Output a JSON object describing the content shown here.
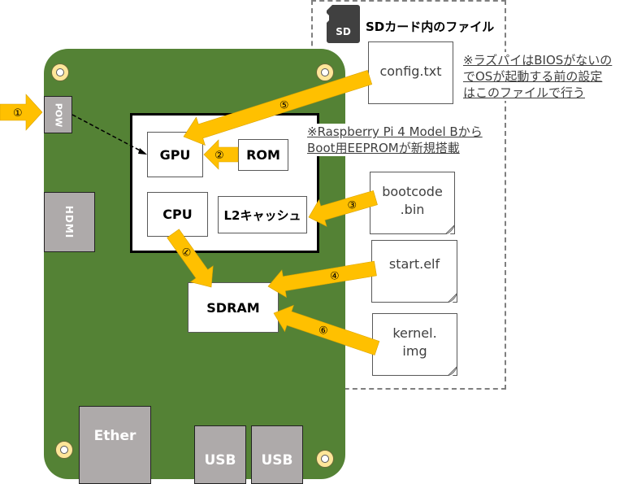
{
  "sd_section": {
    "icon_label": "SD",
    "title": "SDカード内のファイル"
  },
  "board": {
    "ports": {
      "power": "POW",
      "hdmi": "HDMI",
      "ethernet": "Ether",
      "usb1": "USB",
      "usb2": "USB"
    }
  },
  "soc": {
    "gpu": "GPU",
    "rom": "ROM",
    "cpu": "CPU",
    "l2cache": "L2キャッシュ"
  },
  "memory": {
    "sdram": "SDRAM"
  },
  "files": [
    {
      "line1": "config.txt",
      "line2": ""
    },
    {
      "line1": "bootcode",
      "line2": ".bin"
    },
    {
      "line1": "start.elf",
      "line2": ""
    },
    {
      "line1": "kernel.",
      "line2": "img"
    }
  ],
  "notes": {
    "bios": [
      "※ラズパイはBIOSがないの",
      "でOSが起動する前の設定",
      "はこのファイルで行う"
    ],
    "eeprom": [
      "※Raspberry Pi 4 Model Bから",
      "Boot用EEPROMが新規搭載"
    ]
  },
  "steps": {
    "s1": "①",
    "s2": "②",
    "s3": "③",
    "s4": "④",
    "s5": "⑤",
    "s6": "⑥",
    "s7": "⑦"
  },
  "colors": {
    "board": "#548235",
    "arrow": "#ffc000",
    "port": "#aeaaaa"
  }
}
